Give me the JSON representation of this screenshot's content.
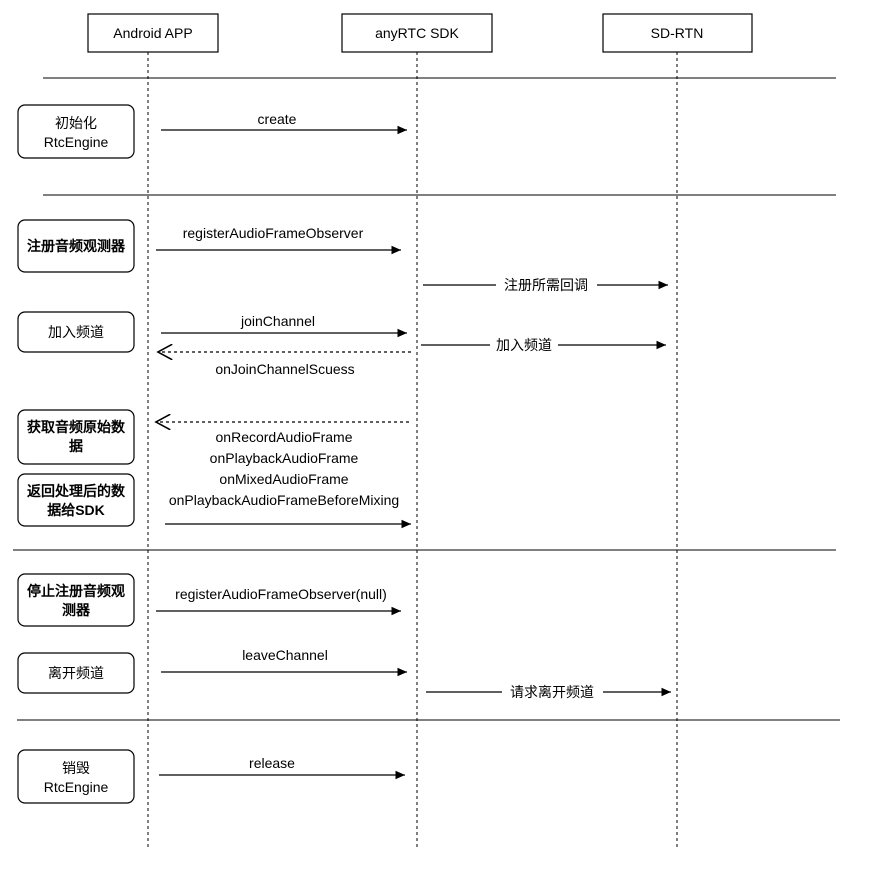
{
  "participants": [
    {
      "id": "app",
      "label": "Android APP"
    },
    {
      "id": "sdk",
      "label": "anyRTC SDK"
    },
    {
      "id": "rtn",
      "label": "SD-RTN"
    }
  ],
  "phases": [
    {
      "id": "init",
      "label": [
        "初始化",
        "RtcEngine"
      ],
      "bold": false
    },
    {
      "id": "register",
      "label": [
        "注册音频观测器"
      ],
      "bold": true
    },
    {
      "id": "join",
      "label": [
        "加入频道"
      ],
      "bold": false
    },
    {
      "id": "get-raw",
      "label": [
        "获取音频原始数",
        "据"
      ],
      "bold": true
    },
    {
      "id": "return",
      "label": [
        "返回处理后的数",
        "据给SDK"
      ],
      "bold": true
    },
    {
      "id": "stop-register",
      "label": [
        "停止注册音频观",
        "测器"
      ],
      "bold": true
    },
    {
      "id": "leave",
      "label": [
        "离开频道"
      ],
      "bold": false
    },
    {
      "id": "destroy",
      "label": [
        "销毁",
        "RtcEngine"
      ],
      "bold": false
    }
  ],
  "messages": [
    {
      "id": "create",
      "label": "create"
    },
    {
      "id": "register-observer",
      "label": "registerAudioFrameObserver"
    },
    {
      "id": "register-callbacks",
      "label": "注册所需回调"
    },
    {
      "id": "join-channel",
      "label": "joinChannel"
    },
    {
      "id": "join-channel-rtn",
      "label": "加入频道"
    },
    {
      "id": "join-success",
      "label": "onJoinChannelScuess"
    },
    {
      "id": "audio-callbacks",
      "label": [
        "onRecordAudioFrame",
        "onPlaybackAudioFrame",
        "onMixedAudioFrame",
        "onPlaybackAudioFrameBeforeMixing"
      ]
    },
    {
      "id": "unregister-observer",
      "label": "registerAudioFrameObserver(null)"
    },
    {
      "id": "leave-channel",
      "label": "leaveChannel"
    },
    {
      "id": "leave-channel-rtn",
      "label": "请求离开频道"
    },
    {
      "id": "release",
      "label": "release"
    }
  ]
}
